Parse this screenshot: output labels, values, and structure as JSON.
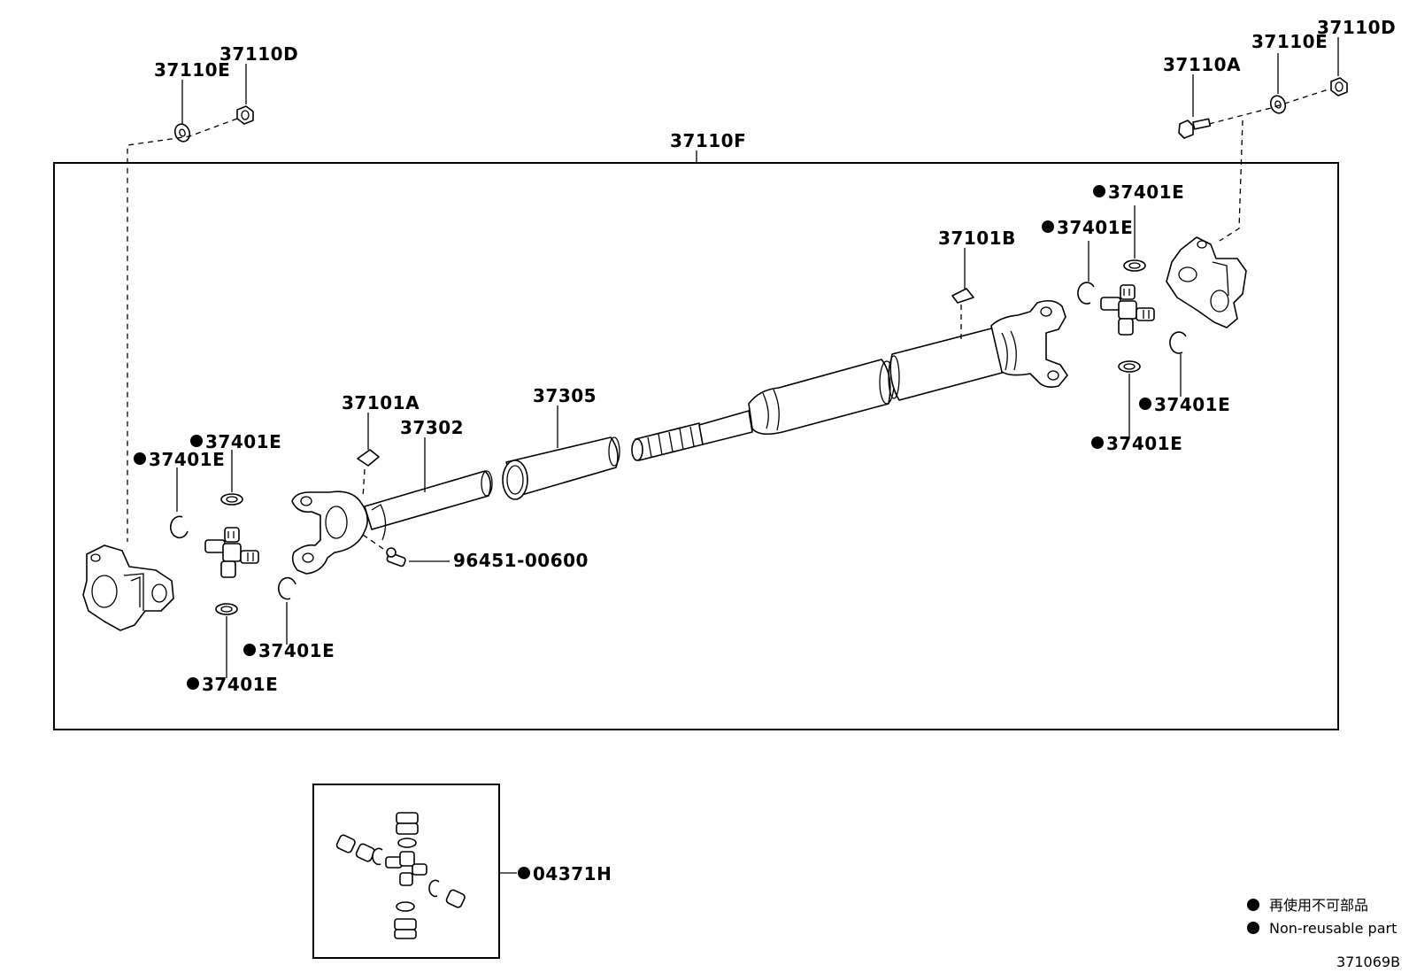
{
  "labels": {
    "frame_assembly": "37110F",
    "washer_left": "37110E",
    "nut_left": "37110D",
    "bolt_right": "37110A",
    "washer_right": "37110E",
    "nut_right": "37110D",
    "sleeve_yoke": "37302",
    "dust_boot": "37305",
    "balance_piece_front": "37101A",
    "balance_piece_rear": "37101B",
    "grease_fitting": "96451-00600",
    "spider_kit": "04371H",
    "snap_ring_l1": "37401E",
    "snap_ring_l2": "37401E",
    "snap_ring_l3": "37401E",
    "snap_ring_l4": "37401E",
    "snap_ring_r1": "37401E",
    "snap_ring_r2": "37401E",
    "snap_ring_r3": "37401E",
    "snap_ring_r4": "37401E"
  },
  "legend": {
    "japanese": "再使用不可部品",
    "english": "Non-reusable part"
  },
  "diagram_id": "371069B",
  "colors": {
    "ink": "#000000",
    "paper": "#ffffff"
  }
}
